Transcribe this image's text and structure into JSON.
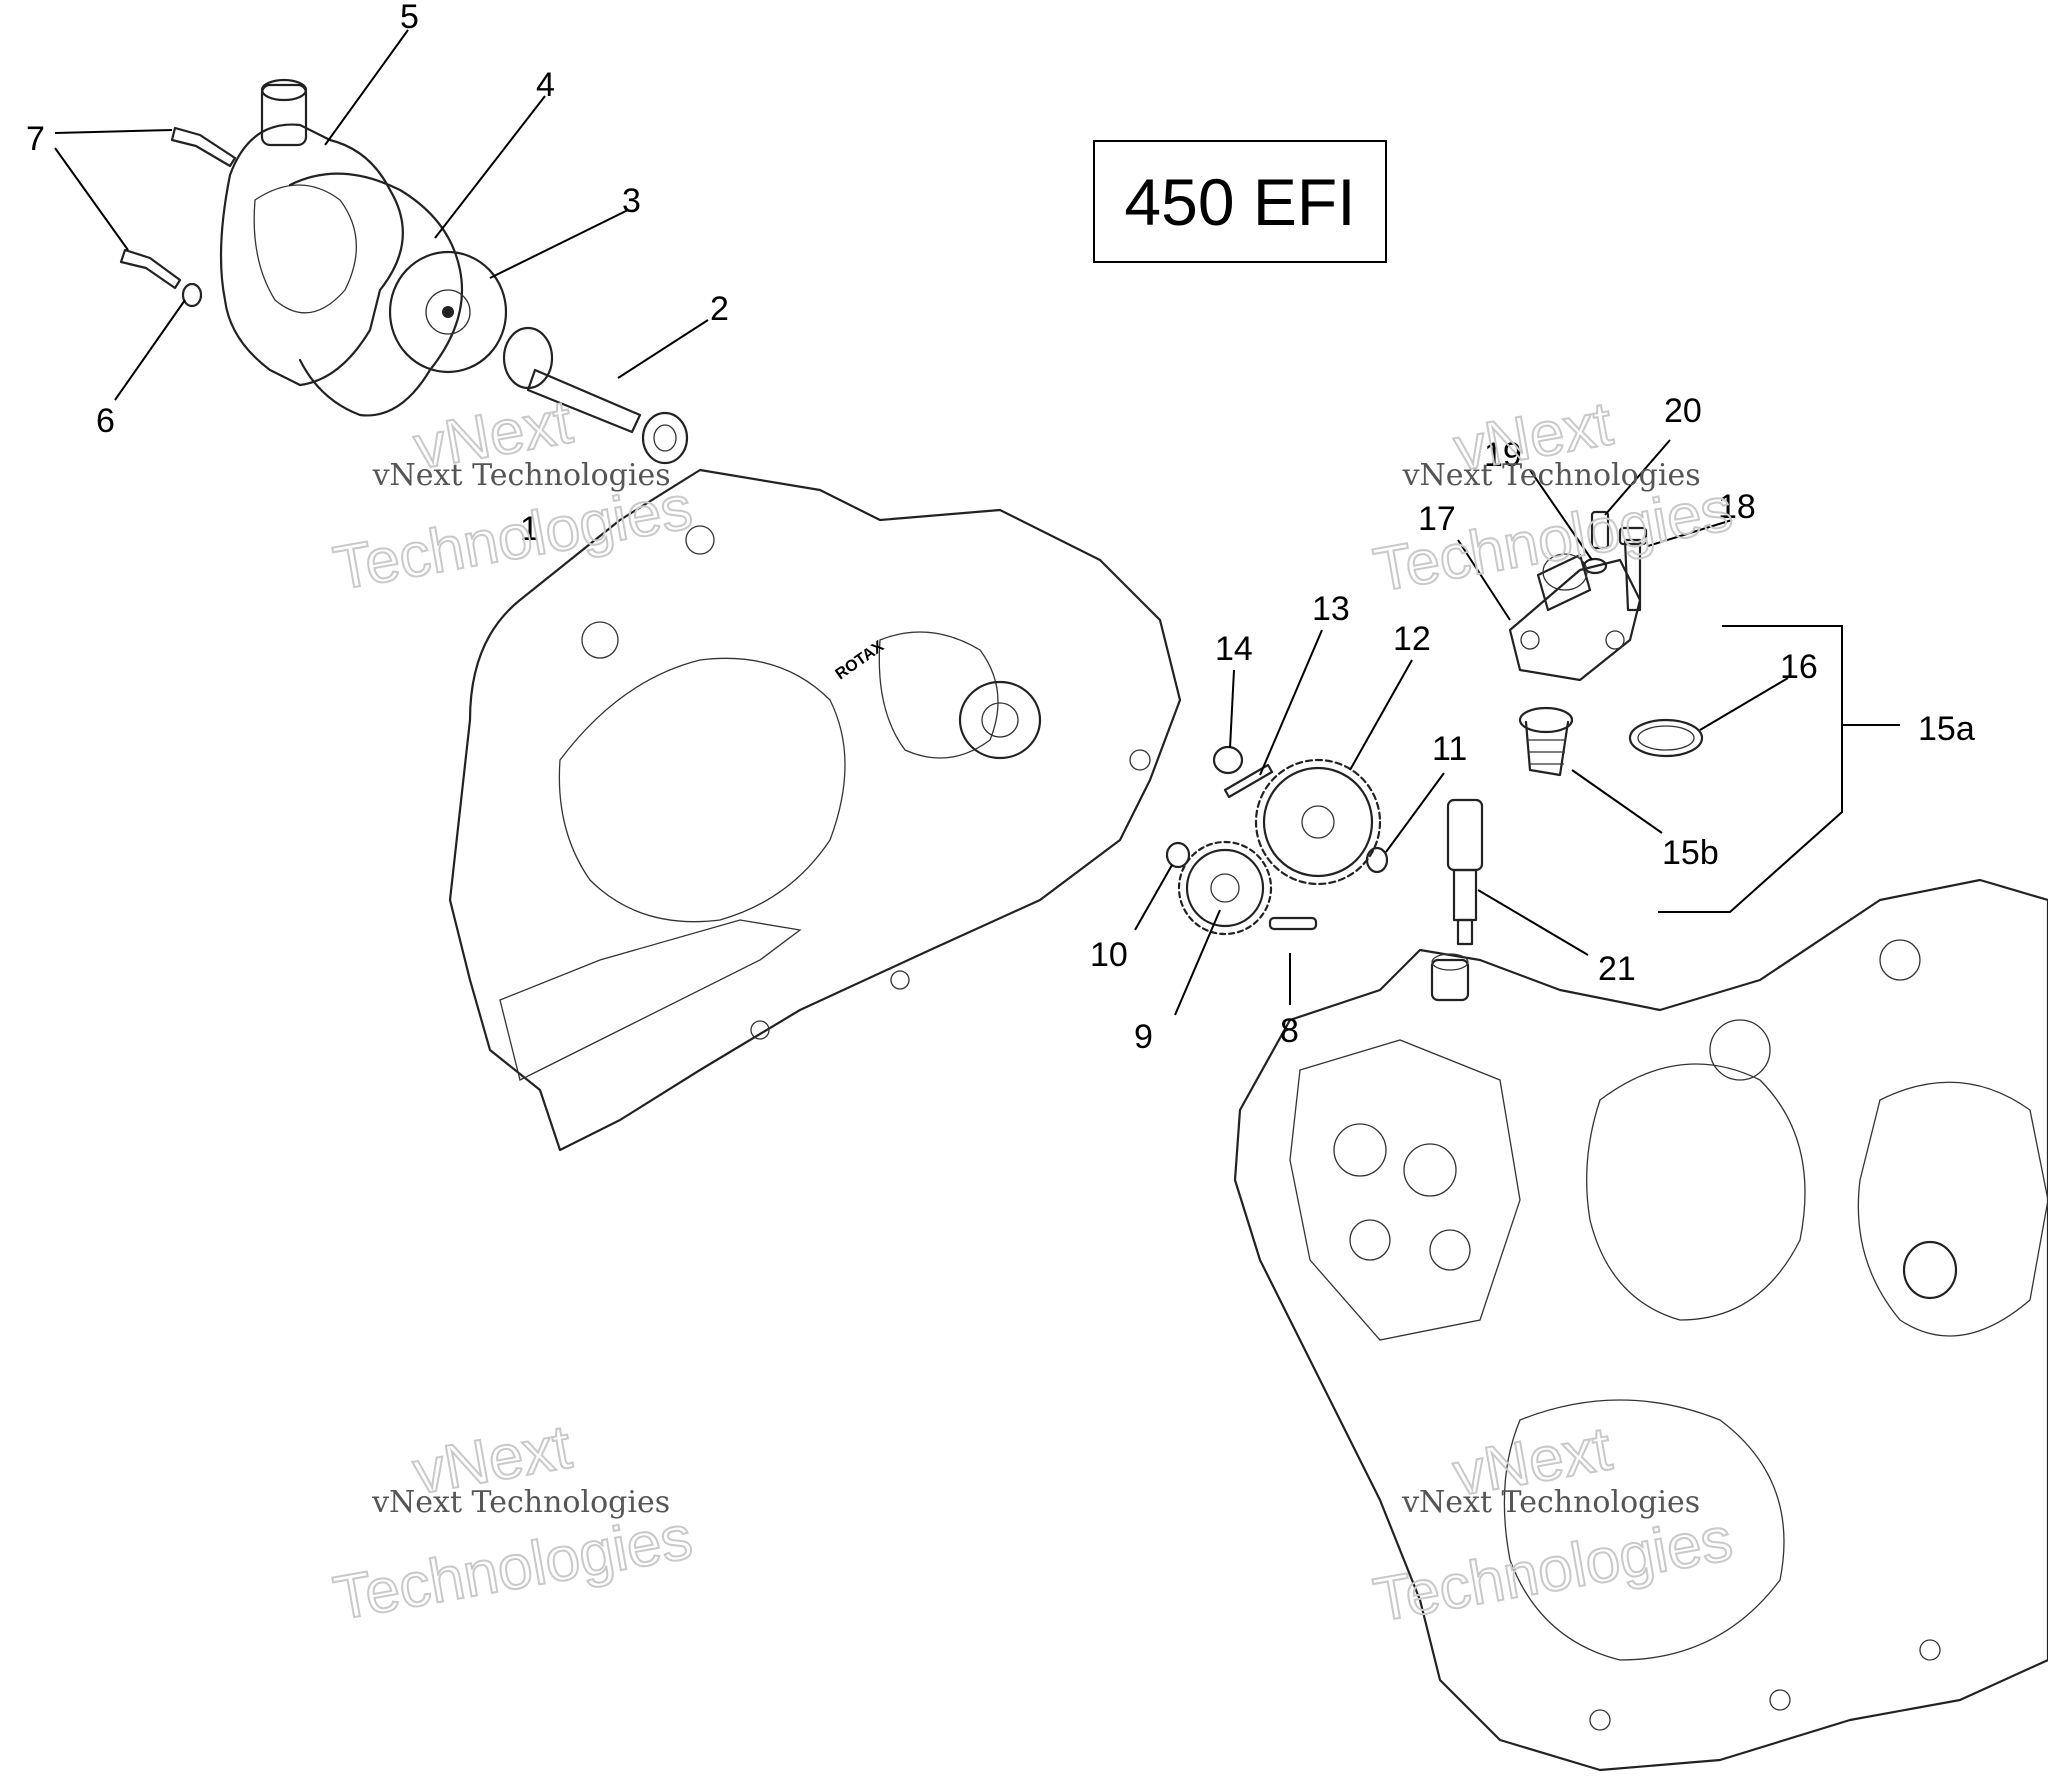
{
  "title": "450 EFI",
  "watermark": {
    "line1": "vNext",
    "line2": "vNext Technologies",
    "line3": "Technologies"
  },
  "callouts": [
    {
      "id": "1",
      "text": "1"
    },
    {
      "id": "2",
      "text": "2"
    },
    {
      "id": "3",
      "text": "3"
    },
    {
      "id": "4",
      "text": "4"
    },
    {
      "id": "5",
      "text": "5"
    },
    {
      "id": "6",
      "text": "6"
    },
    {
      "id": "7",
      "text": "7"
    },
    {
      "id": "8",
      "text": "8"
    },
    {
      "id": "9",
      "text": "9"
    },
    {
      "id": "10",
      "text": "10"
    },
    {
      "id": "11",
      "text": "11"
    },
    {
      "id": "12",
      "text": "12"
    },
    {
      "id": "13",
      "text": "13"
    },
    {
      "id": "14",
      "text": "14"
    },
    {
      "id": "15a",
      "text": "15a"
    },
    {
      "id": "15b",
      "text": "15b"
    },
    {
      "id": "16",
      "text": "16"
    },
    {
      "id": "17",
      "text": "17"
    },
    {
      "id": "18",
      "text": "18"
    },
    {
      "id": "19",
      "text": "19"
    },
    {
      "id": "20",
      "text": "20"
    },
    {
      "id": "21",
      "text": "21"
    }
  ],
  "brand_mark": "ROTAX"
}
